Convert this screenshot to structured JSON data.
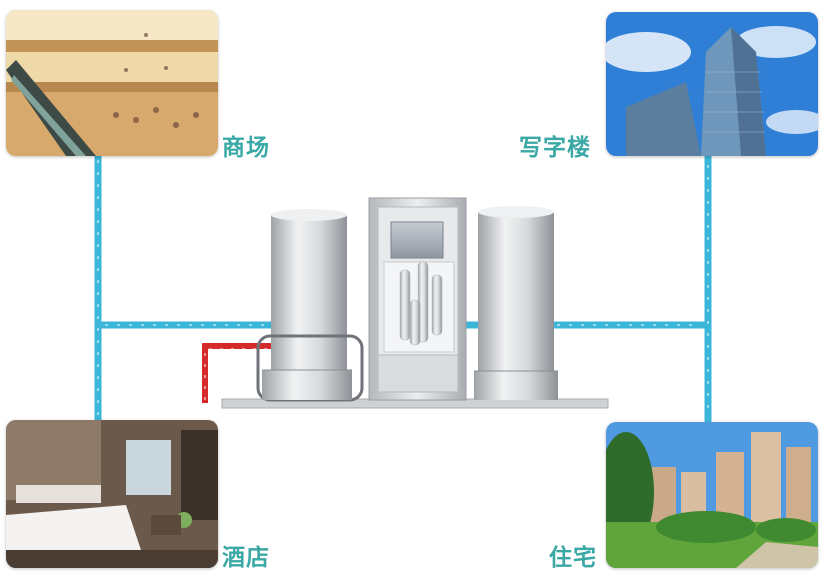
{
  "colors": {
    "pipe_blue": "#3bb6d9",
    "pipe_red": "#d62a2a",
    "label_teal": "#3aa8a4",
    "steel_light": "#e4e6e8",
    "steel_dark": "#9ea2a7"
  },
  "nodes": {
    "mall": {
      "label": "商场",
      "image": "shopping-mall-interior-photo"
    },
    "office": {
      "label": "写字楼",
      "image": "office-skyscraper-photo"
    },
    "hotel": {
      "label": "酒店",
      "image": "hotel-bedroom-photo"
    },
    "residential": {
      "label": "住宅",
      "image": "residential-towers-photo"
    }
  },
  "center_unit": {
    "image": "heat-pump-equipment-unit"
  }
}
